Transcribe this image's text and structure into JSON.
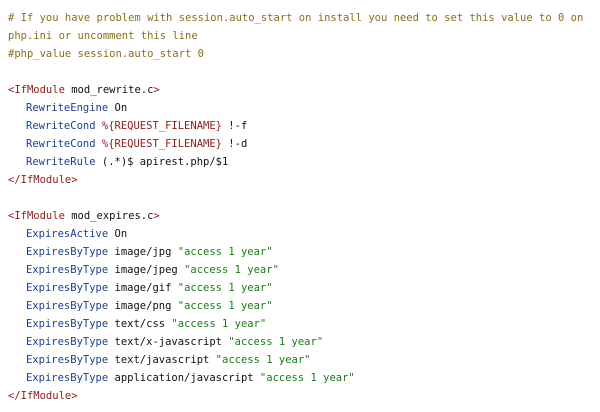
{
  "colors": {
    "background": "#ffffff",
    "comment": "#8a6d1e",
    "tag": "#8b1c1c",
    "directive": "#1d3f8f",
    "string": "#1b7a1b",
    "text": "#111111"
  },
  "comments": [
    "# If you have problem with session.auto_start on install you need to set this value to 0 on",
    "php.ini or uncomment this line",
    "#php_value session.auto_start 0"
  ],
  "rewrite_block": {
    "open_tag": "IfModule",
    "module": "mod_rewrite.c",
    "close_tag": "</IfModule>",
    "lines": [
      {
        "directive": "RewriteEngine",
        "arg": "On",
        "var": "",
        "rest": ""
      },
      {
        "directive": "RewriteCond",
        "arg": "",
        "var": "%{REQUEST_FILENAME}",
        "rest": " !-f"
      },
      {
        "directive": "RewriteCond",
        "arg": "",
        "var": "%{REQUEST_FILENAME}",
        "rest": " !-d"
      },
      {
        "directive": "RewriteRule",
        "arg": "(.*)$ apirest.php/$1",
        "var": "",
        "rest": ""
      }
    ]
  },
  "expires_block": {
    "open_tag": "IfModule",
    "module": "mod_expires.c",
    "close_tag": "</IfModule>",
    "active_directive": "ExpiresActive",
    "active_value": "On",
    "entries": [
      {
        "directive": "ExpiresByType",
        "mime": "image/jpg",
        "value": "\"access 1 year\""
      },
      {
        "directive": "ExpiresByType",
        "mime": "image/jpeg",
        "value": "\"access 1 year\""
      },
      {
        "directive": "ExpiresByType",
        "mime": "image/gif",
        "value": "\"access 1 year\""
      },
      {
        "directive": "ExpiresByType",
        "mime": "image/png",
        "value": "\"access 1 year\""
      },
      {
        "directive": "ExpiresByType",
        "mime": "text/css",
        "value": "\"access 1 year\""
      },
      {
        "directive": "ExpiresByType",
        "mime": "text/x-javascript",
        "value": "\"access 1 year\""
      },
      {
        "directive": "ExpiresByType",
        "mime": "text/javascript",
        "value": "\"access 1 year\""
      },
      {
        "directive": "ExpiresByType",
        "mime": "application/javascript",
        "value": "\"access 1 year\""
      }
    ]
  }
}
